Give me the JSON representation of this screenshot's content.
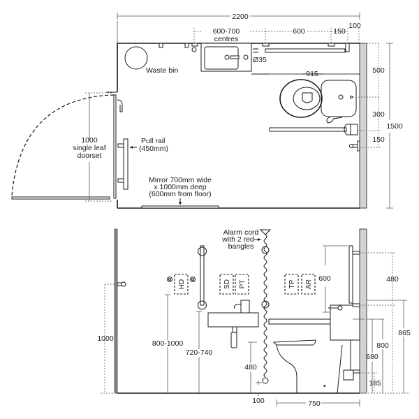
{
  "plan": {
    "overall_width": "2200",
    "dim_centres_line1": "600-700",
    "dim_centres_line2": "centres",
    "dim_600": "600",
    "dim_150_top": "150",
    "dim_100_top": "100",
    "dim_35": "Ø35",
    "dim_915": "915",
    "dim_500": "500",
    "dim_300": "300",
    "dim_150_side": "150",
    "dim_1500": "1500",
    "waste_bin": "Waste bin",
    "door_line1": "1000",
    "door_line2": "single leaf",
    "door_line3": "doorset",
    "pull_rail_line1": "Pull rail",
    "pull_rail_line2": "(450mm)",
    "mirror_line1": "Mirror 700mm wide",
    "mirror_line2": "x 1000mm deep",
    "mirror_line3": "(600mm from floor)"
  },
  "elevation": {
    "alarm_line1": "Alarm cord",
    "alarm_line2": "with 2 red",
    "alarm_line3": "bangles",
    "box_hd": "HD",
    "box_sd": "SD",
    "box_pt": "PT",
    "box_tp": "TP",
    "box_ar": "AR",
    "dim_600": "600",
    "dim_480_right": "480",
    "dim_1000": "1000",
    "dim_800_1000": "800-1000",
    "dim_720_740": "720-740",
    "dim_480_low": "480",
    "dim_100": "100",
    "dim_750": "750",
    "dim_865": "865",
    "dim_800": "800",
    "dim_680": "680",
    "dim_185": "185"
  },
  "colors": {
    "line": "#1a1a1a",
    "wall_fill": "#d3d3d3",
    "background": "#ffffff"
  }
}
